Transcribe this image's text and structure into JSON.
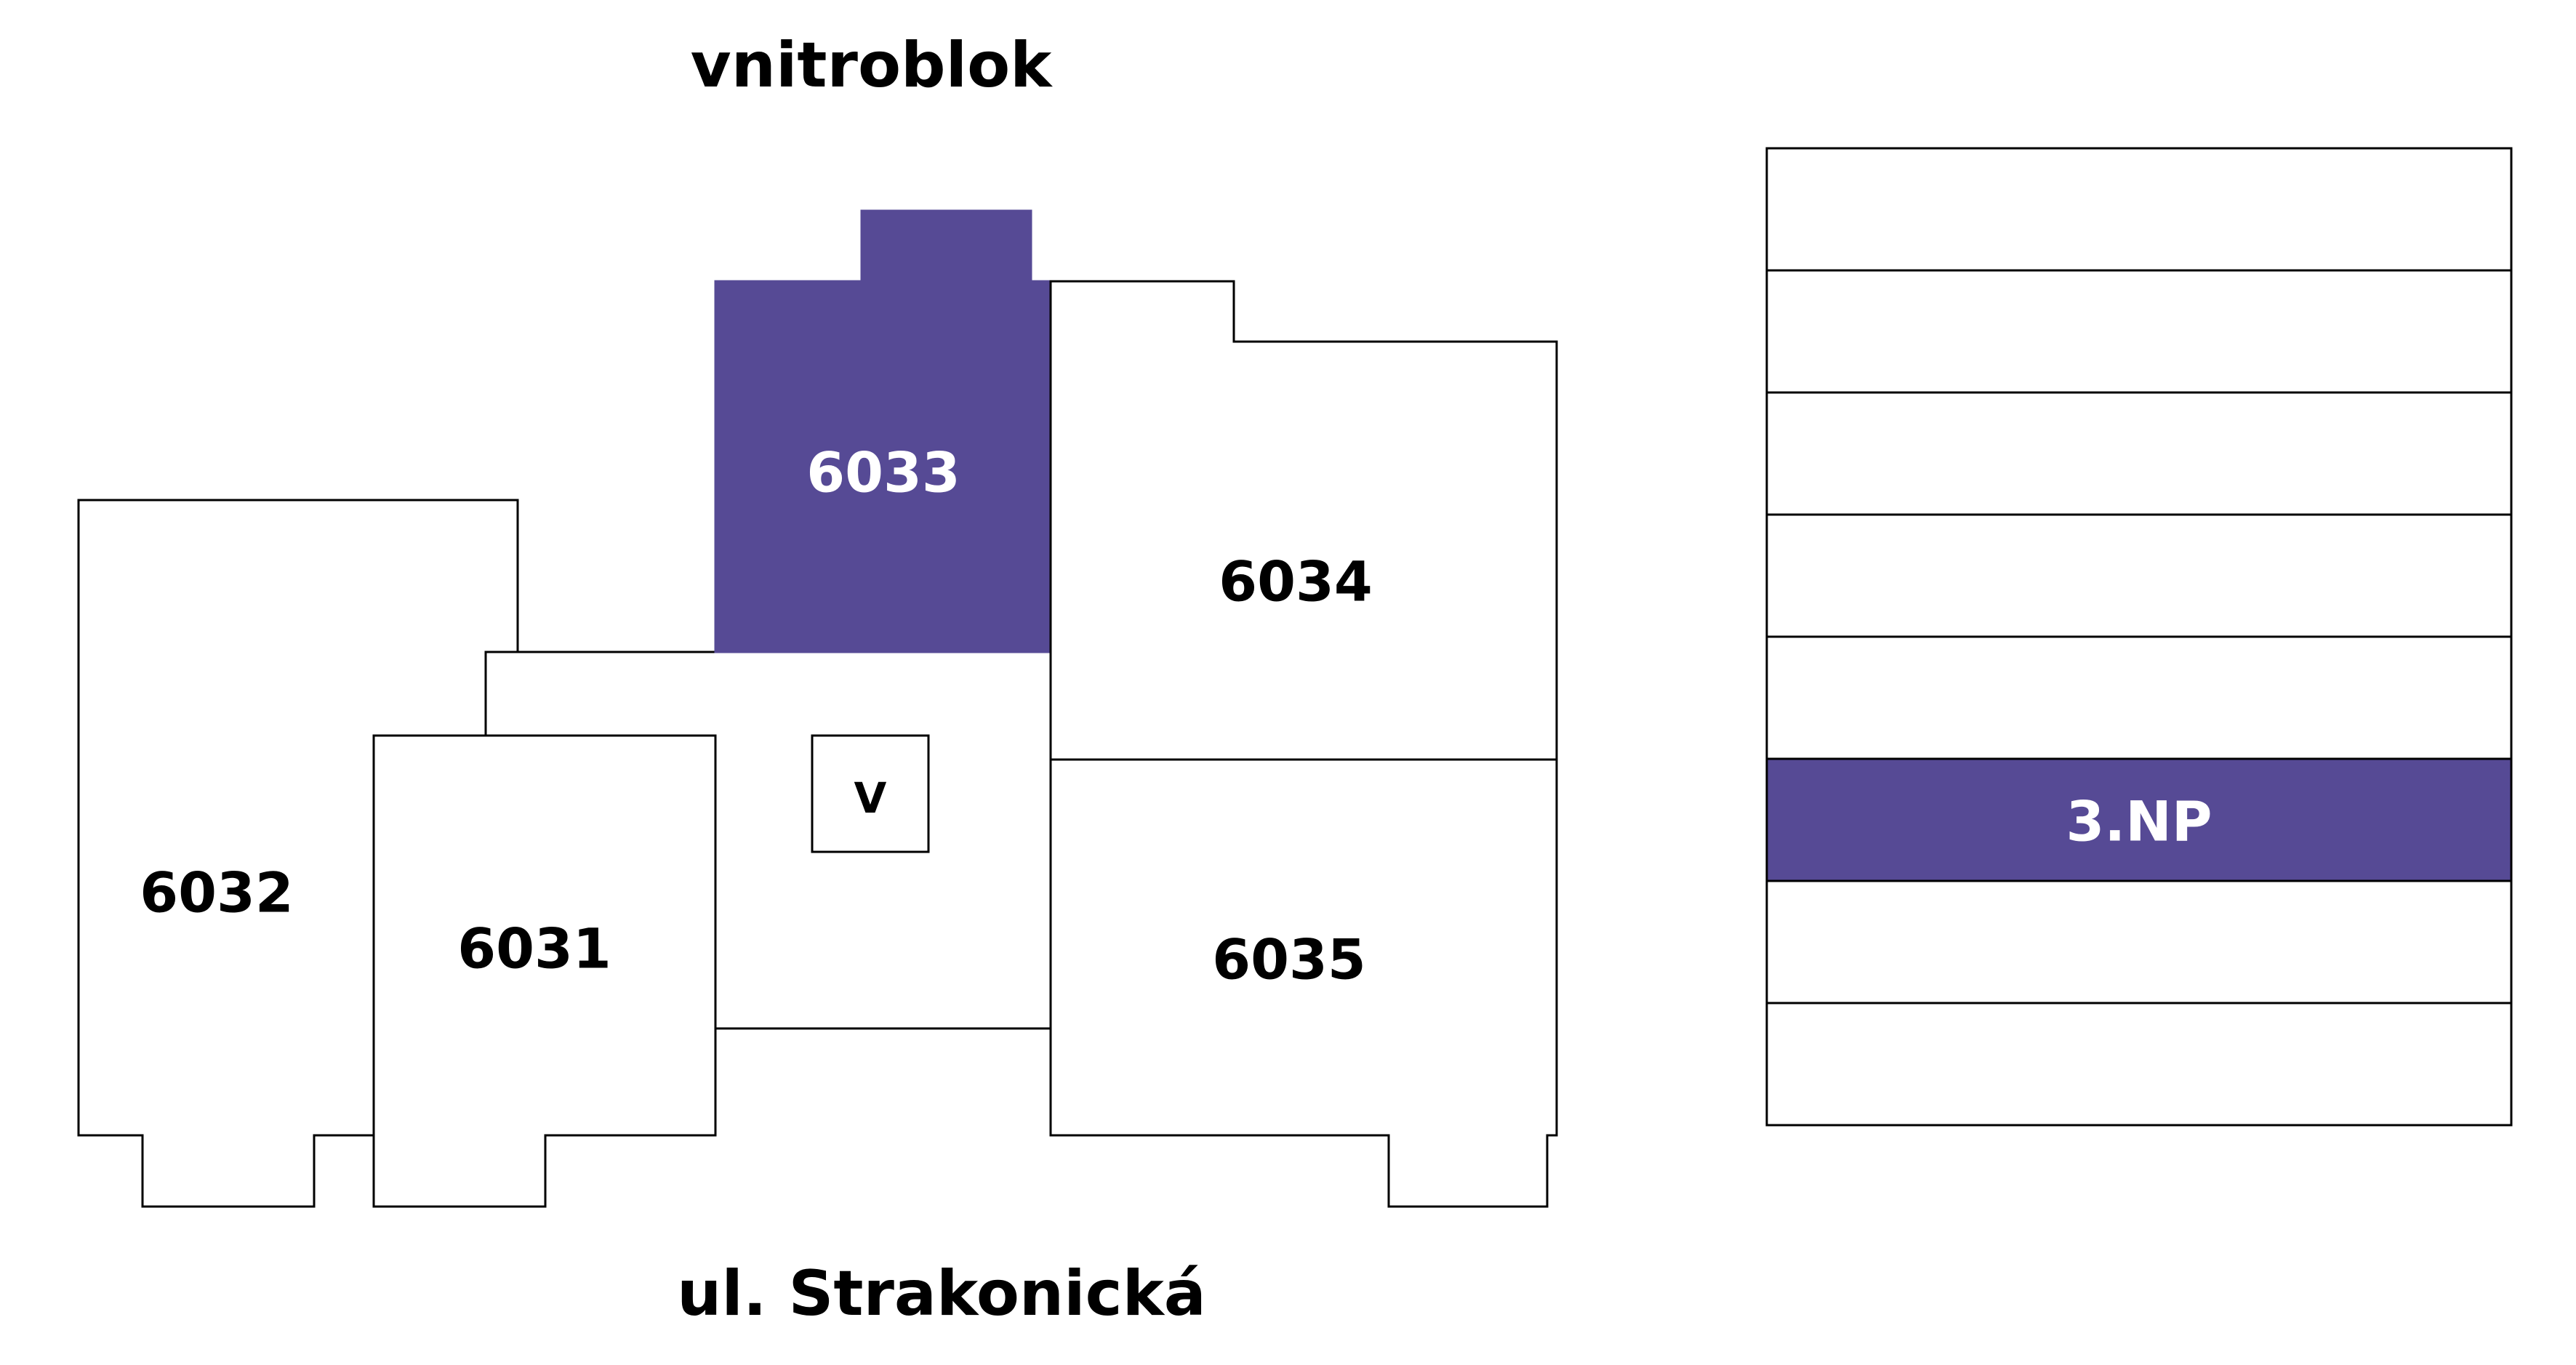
{
  "colors": {
    "accent": "#564a95",
    "outline": "#000000",
    "background": "#ffffff",
    "accent_text": "#ffffff"
  },
  "labels": {
    "top": "vnitroblok",
    "bottom": "ul. Strakonická"
  },
  "units": [
    {
      "id": "6032",
      "label": "6032",
      "selected": false
    },
    {
      "id": "6031",
      "label": "6031",
      "selected": false
    },
    {
      "id": "6033",
      "label": "6033",
      "selected": true
    },
    {
      "id": "6034",
      "label": "6034",
      "selected": false
    },
    {
      "id": "6035",
      "label": "6035",
      "selected": false
    }
  ],
  "core": {
    "label": "V"
  },
  "floors": [
    {
      "label": "",
      "selected": false
    },
    {
      "label": "",
      "selected": false
    },
    {
      "label": "",
      "selected": false
    },
    {
      "label": "",
      "selected": false
    },
    {
      "label": "",
      "selected": false
    },
    {
      "label": "3.NP",
      "selected": true
    },
    {
      "label": "",
      "selected": false
    },
    {
      "label": "",
      "selected": false
    }
  ]
}
